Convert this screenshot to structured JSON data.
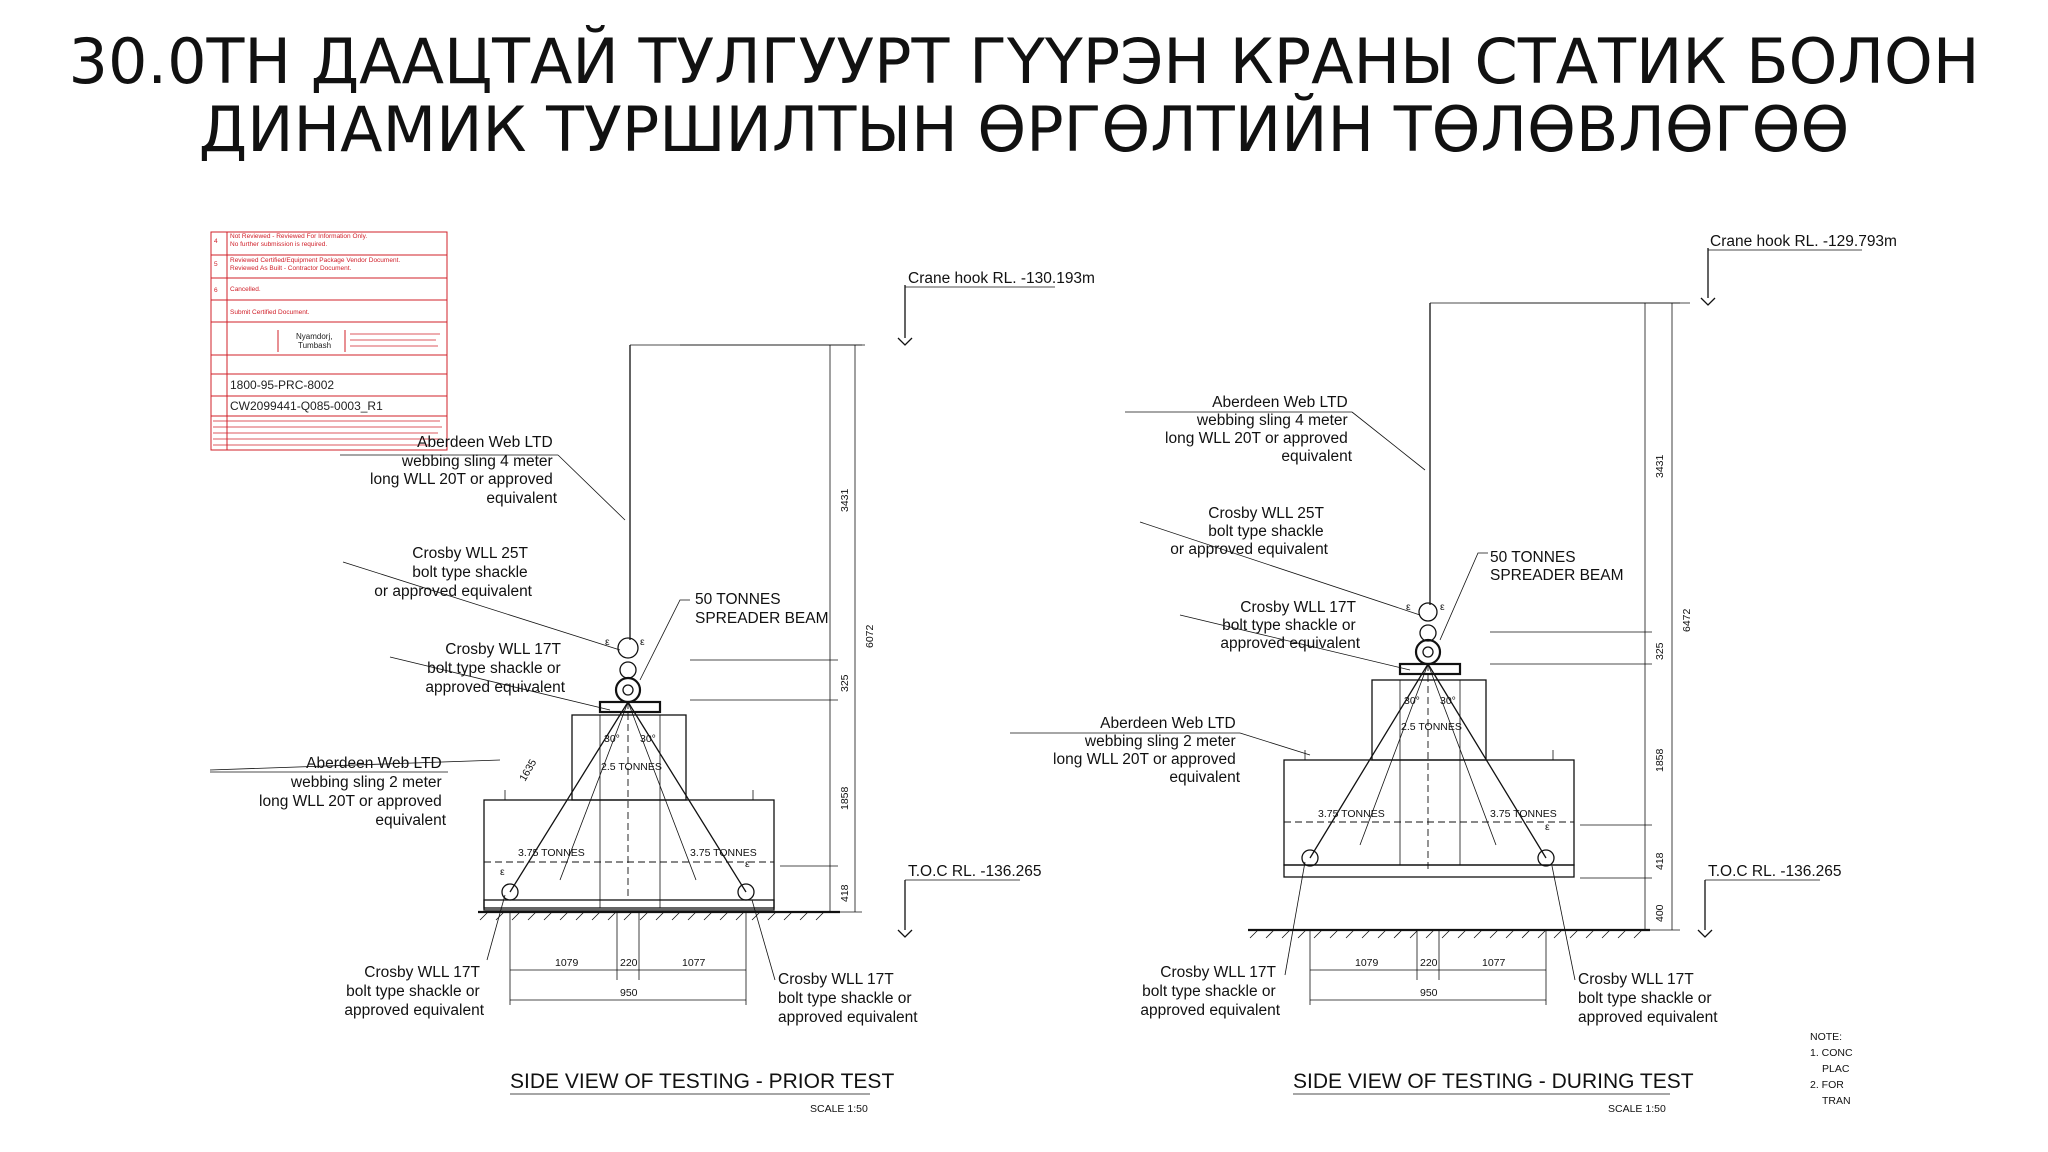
{
  "title": {
    "line1": "30.0ТН ДААЦТАЙ ТУЛГУУРТ ГҮҮРЭН КРАНЫ СТАТИК БОЛОН",
    "line2": "ДИНАМИК ТУРШИЛТЫН ӨРГӨЛТИЙН ТӨЛӨВЛӨГӨӨ"
  },
  "stamp": {
    "rows": [
      {
        "num": "4",
        "text": "Not Reviewed - Reviewed For Information Only."
      },
      {
        "num": "",
        "text": "No further submission is required."
      },
      {
        "num": "5",
        "text": "Reviewed Certified/Equipment Package Vendor Document."
      },
      {
        "num": "",
        "text": "Reviewed As Built - Contractor Document."
      },
      {
        "num": "6",
        "text": "Cancelled."
      },
      {
        "num": "",
        "text": "Submit Certified Document."
      }
    ],
    "name_1": "Nyamdorj,",
    "name_2": "Tumbash",
    "doc_1": "1800-95-PRC-8002",
    "doc_2": "CW2099441-Q085-0003_R1"
  },
  "left_view": {
    "crane_hook": "Crane hook RL. -130.193m",
    "toc": "T.O.C RL. -136.265",
    "title": "SIDE VIEW OF TESTING - PRIOR TEST",
    "scale": "SCALE 1:50",
    "sling_top": [
      "Aberdeen Web LTD",
      "webbing sling 4 meter",
      "long WLL 20T or approved",
      "equivalent"
    ],
    "shackle_25": [
      "Crosby WLL 25T",
      "bolt type shackle",
      "or approved equivalent"
    ],
    "shackle_17_top": [
      "Crosby WLL 17T",
      "bolt type shackle or",
      "approved equivalent"
    ],
    "sling_2m": [
      "Aberdeen Web LTD",
      "webbing sling 2 meter",
      "long WLL 20T or approved",
      "equivalent"
    ],
    "shackle_17_bl": [
      "Crosby WLL 17T",
      "bolt type shackle or",
      "approved equivalent"
    ],
    "shackle_17_br": [
      "Crosby WLL 17T",
      "bolt type shackle or",
      "approved equivalent"
    ],
    "beam": [
      "50 TONNES",
      "SPREADER BEAM"
    ],
    "weights": [
      "2.5 TONNES",
      "3.75 TONNES",
      "3.75 TONNES"
    ],
    "angles": [
      "30°",
      "30°"
    ],
    "dims_vertical": [
      "3431",
      "6072",
      "325",
      "1858",
      "418",
      "1635"
    ],
    "dims_horizontal": [
      "1079",
      "220",
      "1077",
      "950"
    ]
  },
  "right_view": {
    "crane_hook": "Crane hook RL. -129.793m",
    "toc": "T.O.C RL. -136.265",
    "title": "SIDE VIEW OF TESTING - DURING TEST",
    "scale": "SCALE 1:50",
    "sling_top": [
      "Aberdeen Web LTD",
      "webbing sling 4 meter",
      "long WLL 20T or approved",
      "equivalent"
    ],
    "shackle_25": [
      "Crosby WLL 25T",
      "bolt type shackle",
      "or approved equivalent"
    ],
    "shackle_17_top": [
      "Crosby WLL 17T",
      "bolt type shackle or",
      "approved equivalent"
    ],
    "sling_2m": [
      "Aberdeen Web LTD",
      "webbing sling 2 meter",
      "long WLL 20T or approved",
      "equivalent"
    ],
    "shackle_17_bl": [
      "Crosby WLL 17T",
      "bolt type shackle or",
      "approved equivalent"
    ],
    "shackle_17_br": [
      "Crosby WLL 17T",
      "bolt type shackle or",
      "approved equivalent"
    ],
    "beam": [
      "50 TONNES",
      "SPREADER BEAM"
    ],
    "weights": [
      "2.5 TONNES",
      "3.75 TONNES",
      "3.75 TONNES"
    ],
    "angles": [
      "30°",
      "30°"
    ],
    "dims_vertical": [
      "3431",
      "6472",
      "325",
      "1858",
      "418",
      "400"
    ],
    "dims_horizontal": [
      "1079",
      "220",
      "1077",
      "950"
    ]
  },
  "note": [
    "NOTE:",
    "1. CONC",
    "PLAC",
    "2. FOR",
    "TRAN"
  ]
}
